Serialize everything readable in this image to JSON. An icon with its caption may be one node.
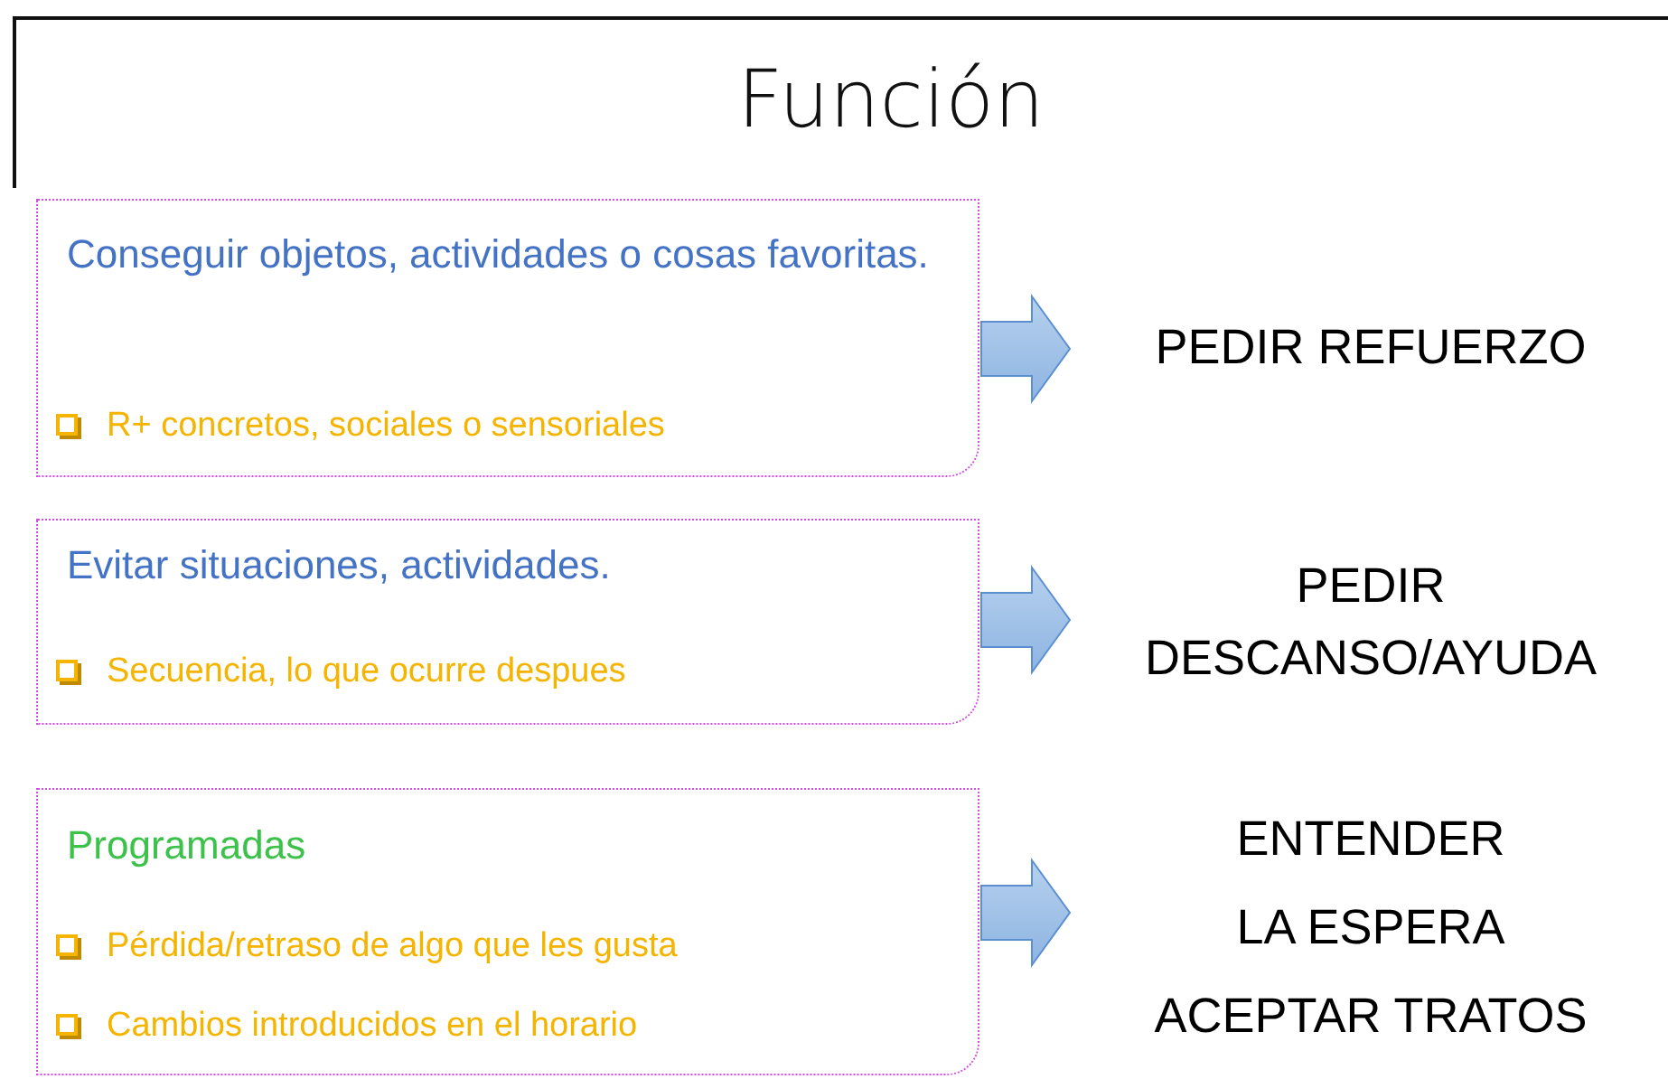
{
  "diagram": {
    "title": "Función",
    "nodes": [
      {
        "text": [
          "Conseguir objetos, actividades o cosas favoritas.",
          "R+ concretos, sociales o sensoriales"
        ]
      },
      {
        "text": [
          "Evitar situaciones, actividades.",
          "Secuencia, lo que ocurre despues"
        ]
      },
      {
        "text": [
          "Programadas",
          "Pérdida/retraso de algo que les gusta",
          "Cambios introducidos en el horario"
        ]
      },
      {
        "text": [
          "PEDIR REFUERZO"
        ]
      },
      {
        "text": [
          "PEDIR DESCANSO/AYUDA"
        ]
      },
      {
        "text": [
          "ENTENDER",
          "LA ESPERA",
          "ACEPTAR TRATOS"
        ]
      }
    ],
    "edges": [
      {
        "from": 0,
        "to": 3,
        "arrow": "to"
      },
      {
        "from": 1,
        "to": 4,
        "arrow": "to"
      },
      {
        "from": 2,
        "to": 5,
        "arrow": "to"
      }
    ]
  }
}
